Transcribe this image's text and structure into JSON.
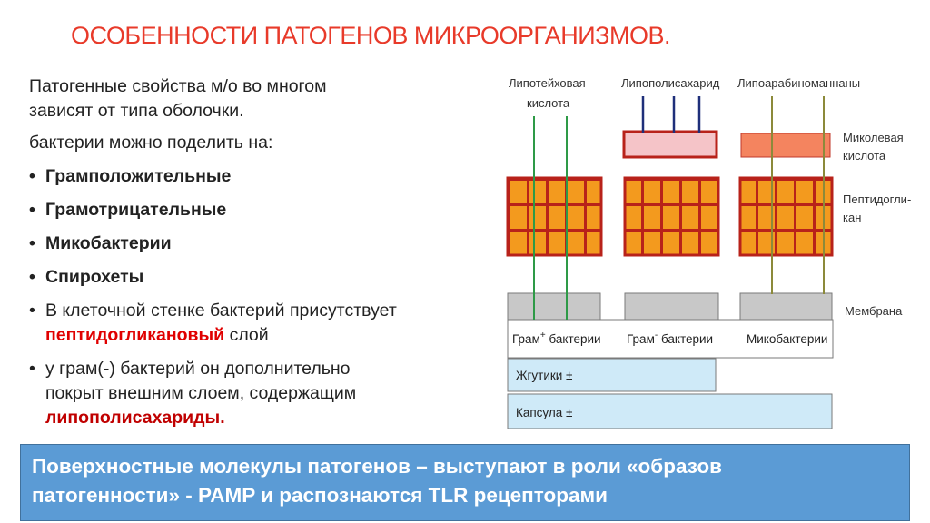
{
  "title": "ОСОБЕННОСТИ ПАТОГЕНОВ  МИКРООРГАНИЗМОВ.",
  "intro_line1": "Патогенные свойства м/о во многом",
  "intro_line2": "зависят от типа оболочки.",
  "divide": "бактерии можно поделить на:",
  "types": [
    "Грамположительные",
    "Грамотрицательные",
    "Микобактерии",
    "Спирохеты"
  ],
  "cellwall": {
    "before": "В клеточной стенке бактерий присутствует",
    "highlight": "пептидогликановый",
    "after": " слой"
  },
  "gramneg": {
    "line1": " у грам(-) бактерий он дополнительно",
    "line2": "покрыт внешним слоем, содержащим",
    "highlight": "липополисахариды."
  },
  "banner": {
    "line1": "Поверхностные молекулы патогенов – выступают в роли «образов",
    "line2": "патогенности» - PAMP и распознаются TLR рецепторами"
  },
  "diagram": {
    "top_labels": {
      "lta_1": "Липотейховая",
      "lta_2": "кислота",
      "lps": "Липополисахарид",
      "lam": "Липоарабиноманнаны"
    },
    "side_labels": {
      "mycolic_1": "Миколевая",
      "mycolic_2": "кислота",
      "pg_1": "Пептидогли-",
      "pg_2": "кан",
      "membrane": "Мембрана"
    },
    "columns": {
      "gram_pos": "Грам",
      "gram_pos_sup": "+",
      "gram_pos_suffix": " бактерии",
      "gram_neg": "Грам",
      "gram_neg_sup": "-",
      "gram_neg_suffix": " бактерии",
      "myco": "Микобактерии"
    },
    "flagella": "Жгутики ±",
    "capsule": "Капсула ±"
  },
  "colors": {
    "title": "#e83a2a",
    "highlight": "#e00000",
    "banner_bg": "#5b9bd5",
    "peptidoglycan": "#f39a1e",
    "peptidoglycan_grid": "#b8221a",
    "outer_membrane": "#f5c4c8",
    "mycolic_acid": "#f4845f",
    "membrane": "#c8c8c8",
    "light_blue": "#cfeaf8",
    "lta_line": "#2e9a47",
    "lps_line": "#1f2f7a",
    "lam_line": "#8c8a3a"
  }
}
